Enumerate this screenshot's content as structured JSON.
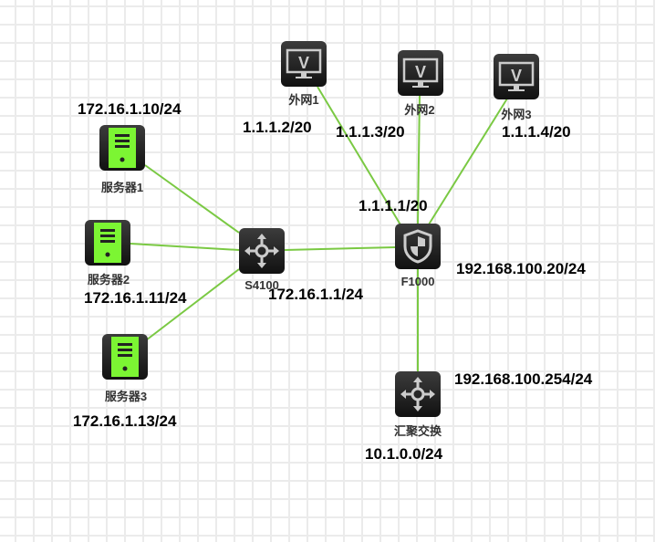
{
  "colors": {
    "link": "#7ac943",
    "server": "#7cf533",
    "icon_bg": "#1a1a1a"
  },
  "nodes": {
    "server1": {
      "label": "服务器1",
      "icon": "server-icon"
    },
    "server2": {
      "label": "服务器2",
      "icon": "server-icon"
    },
    "server3": {
      "label": "服务器3",
      "icon": "server-icon"
    },
    "s4100": {
      "label": "S4100",
      "icon": "switch-icon"
    },
    "wan1": {
      "label": "外网1",
      "icon": "monitor-icon"
    },
    "wan2": {
      "label": "外网2",
      "icon": "monitor-icon"
    },
    "wan3": {
      "label": "外网3",
      "icon": "monitor-icon"
    },
    "f1000": {
      "label": "F1000",
      "icon": "firewall-icon"
    },
    "agg": {
      "label": "汇聚交换",
      "icon": "switch-icon"
    }
  },
  "addresses": {
    "server1": "172.16.1.10/24",
    "server2": "172.16.1.11/24",
    "server3": "172.16.1.13/24",
    "s4100": "172.16.1.1/24",
    "wan1": "1.1.1.2/20",
    "wan2": "1.1.1.3/20",
    "wan3": "1.1.1.4/20",
    "f1000_out": "1.1.1.1/20",
    "f1000_in": "192.168.100.20/24",
    "agg_up": "192.168.100.254/24",
    "agg_down": "10.1.0.0/24"
  }
}
